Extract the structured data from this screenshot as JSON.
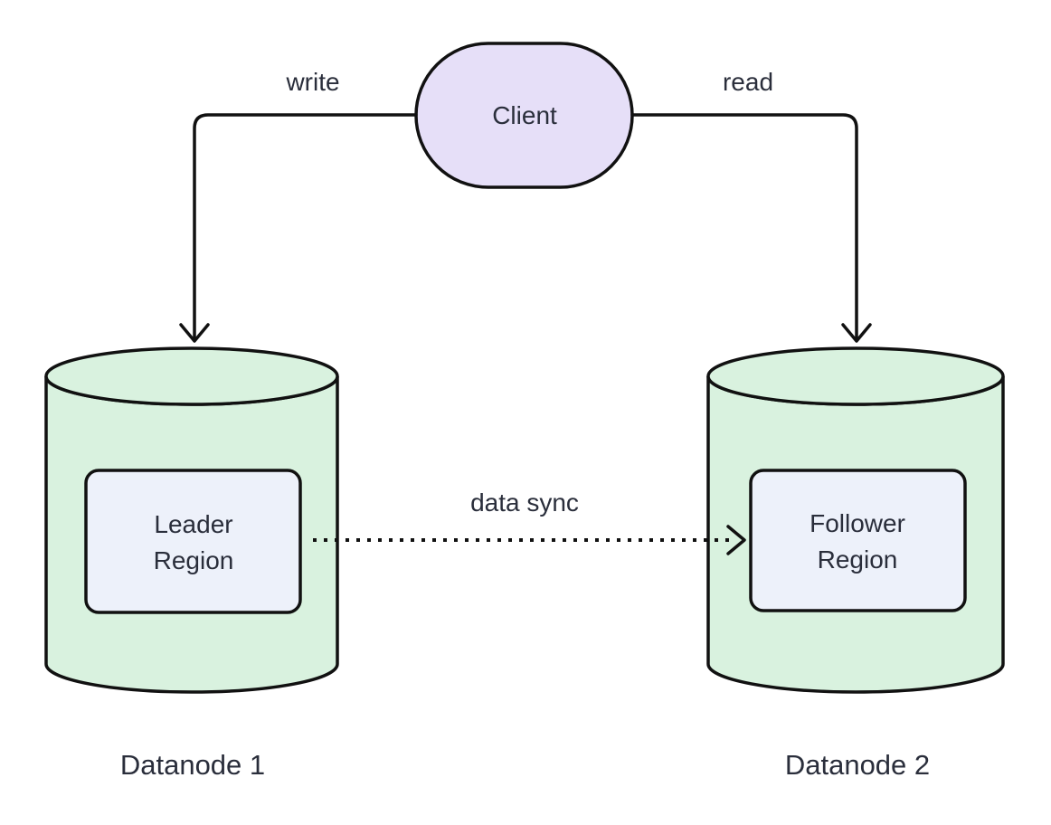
{
  "diagram": {
    "type": "flowchart",
    "background": "#ffffff",
    "line_color": "#111111",
    "text_color": "#2a2e3b",
    "client": {
      "label": "Client",
      "shape": "stadium",
      "fill": "#e6dff8"
    },
    "datanode1": {
      "caption": "Datanode 1",
      "shape": "cylinder",
      "cylinder_fill": "#d9f2df",
      "region": {
        "label": "Leader Region",
        "lines": [
          "Leader",
          "Region"
        ],
        "fill": "#edf1fa"
      }
    },
    "datanode2": {
      "caption": "Datanode 2",
      "shape": "cylinder",
      "cylinder_fill": "#d9f2df",
      "region": {
        "label": "Follower Region",
        "lines": [
          "Follower",
          "Region"
        ],
        "fill": "#edf1fa"
      }
    },
    "edges": [
      {
        "label": "write",
        "from": "Client",
        "to": "Datanode 1",
        "style": "solid"
      },
      {
        "label": "read",
        "from": "Client",
        "to": "Datanode 2",
        "style": "solid"
      },
      {
        "label": "data sync",
        "from": "Leader Region",
        "to": "Follower Region",
        "style": "dotted"
      }
    ]
  }
}
